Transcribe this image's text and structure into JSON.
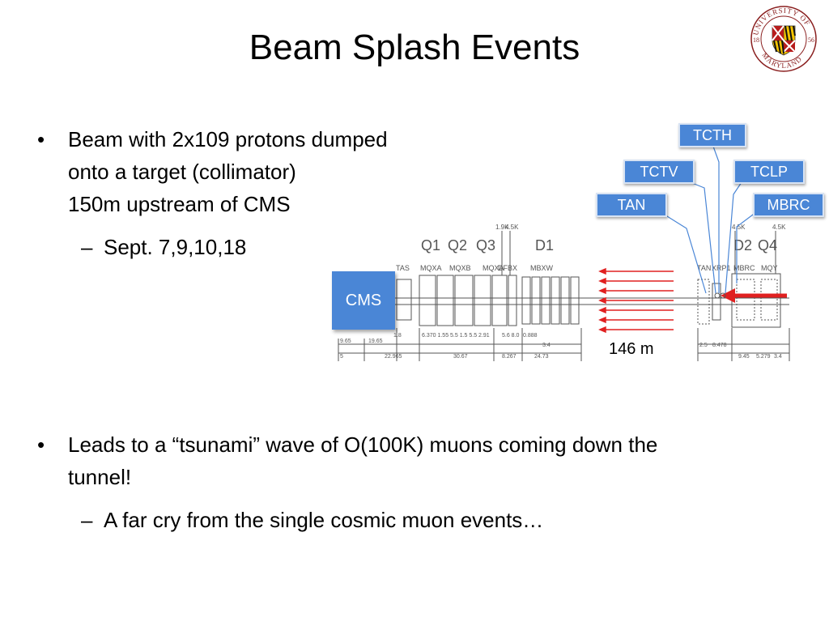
{
  "slide": {
    "title": "Beam Splash Events"
  },
  "logo": {
    "ring_text": "UNIVERSITY OF MARYLAND",
    "year_left": "18",
    "year_right": "56"
  },
  "bullets": [
    {
      "lines": [
        "Beam with 2x109 protons dumped",
        "onto a target (collimator)",
        "150m upstream of CMS"
      ],
      "sub": "Sept. 7,9,10,18"
    },
    {
      "lines": [
        "Leads to a “tsunami” wave of O(100K)  muons coming down the",
        "tunnel!"
      ],
      "sub": "A far cry from the single cosmic muon events…"
    }
  ],
  "diagram": {
    "callouts": {
      "tcth": "TCTH",
      "tctv": "TCTV",
      "tclp": "TCLP",
      "tan": "TAN",
      "mbrc": "MBRC"
    },
    "cms_label": "CMS",
    "distance_label": "146 m",
    "magnet_groups": [
      "Q1",
      "Q2",
      "Q3",
      "D1",
      "D2",
      "Q4"
    ],
    "element_labels": [
      "TAS",
      "MQXA",
      "MQXB",
      "MQXA",
      "DFBX",
      "MBXW",
      "TAN",
      "XRP1",
      "MBRC",
      "MQY"
    ],
    "dim_row1": [
      "9.65",
      "19.65",
      "1.8",
      "6.370 1.55 5.5 1.5 5.5 2.91",
      "5.6 8.0",
      "0.888",
      "3.4",
      "2.5",
      "8.478"
    ],
    "dim_row2": [
      "5",
      "22.965",
      "30.67",
      "8.267",
      "24.73",
      "9.45",
      "5.279",
      "3.4"
    ],
    "top_marks": [
      "1.9K",
      "4.5K",
      "4.5K",
      "4.5K"
    ],
    "colors": {
      "callout_blue": "#4a86d6",
      "arrow_red": "#e02020",
      "drawing_grey": "#555555"
    }
  }
}
